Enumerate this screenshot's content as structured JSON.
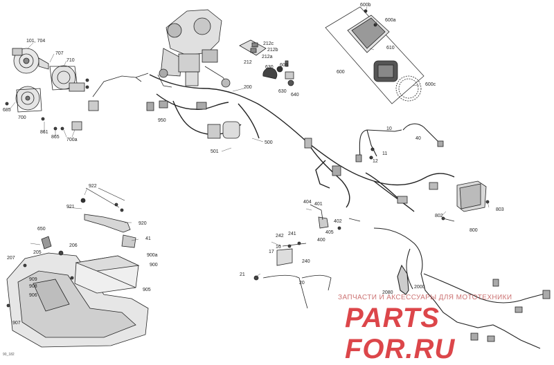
{
  "diagram": {
    "callouts": {
      "c101": "101, 704",
      "c707": "707",
      "c710": "710",
      "c685": "685",
      "c700": "700",
      "c861": "861",
      "c865": "865",
      "c700a": "700a",
      "c212c": "212c",
      "c212b": "212b",
      "c212a": "212a",
      "c212": "212",
      "c630a": "630",
      "c603": "603",
      "c630b": "630",
      "c640": "640",
      "c200": "200",
      "c950": "950",
      "c500": "500",
      "c501": "501",
      "c600b": "600b",
      "c600a": "600a",
      "c610": "610",
      "c600": "600",
      "c600c": "600c",
      "c10": "10",
      "c40": "40",
      "c11": "11",
      "c12": "12",
      "c922": "922",
      "c921": "921",
      "c920": "920",
      "c650": "650",
      "c41": "41",
      "c206": "206",
      "c205": "205",
      "c207": "207",
      "c900a": "900a",
      "c900": "900",
      "c909": "909",
      "c908": "908",
      "c906": "906",
      "c905": "905",
      "c907": "907",
      "c404": "404",
      "c401": "401",
      "c402": "402",
      "c405": "405",
      "c400": "400",
      "c242": "242",
      "c241": "241",
      "c16": "16",
      "c17": "17",
      "c240": "240",
      "c21": "21",
      "c20": "20",
      "c2000": "2000",
      "c2080": "2080",
      "c800": "800",
      "c802": "802",
      "c803": "803"
    },
    "watermark": {
      "line1": "ЗАПЧАСТИ И АКСЕССУАРЫ ДЛЯ МОТОТЕХНИКИ",
      "logo": "PARTS FOR.RU"
    },
    "figure_code": "90_182"
  }
}
